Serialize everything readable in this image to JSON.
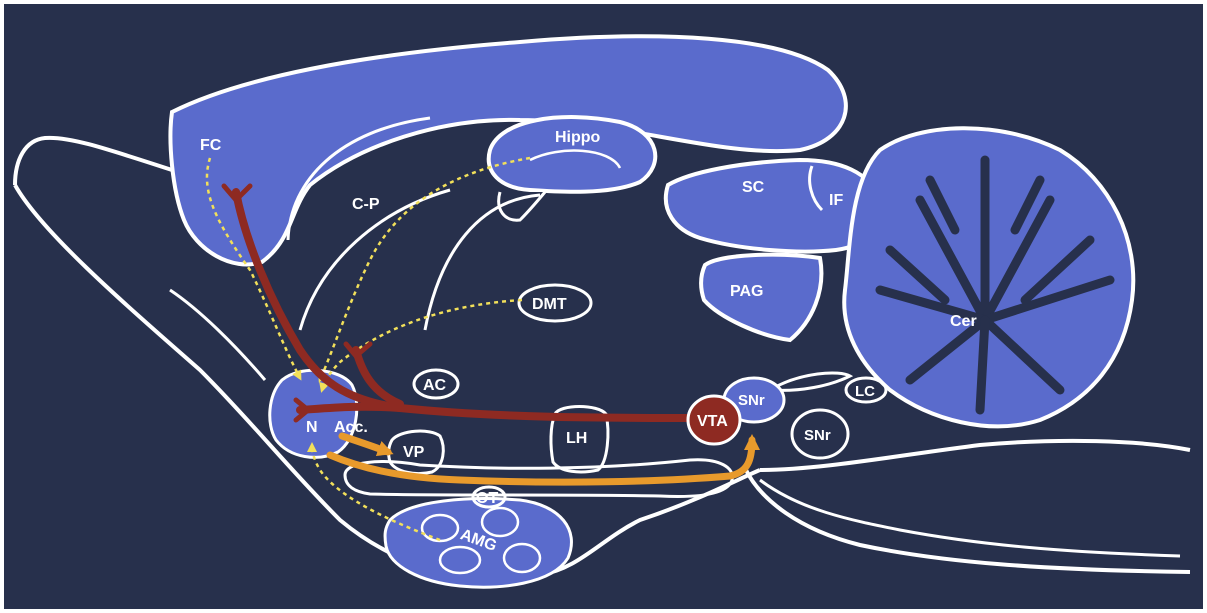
{
  "colors": {
    "background": "#27304c",
    "region_fill": "#5a6bcc",
    "outline": "#ffffff",
    "dopamine_pathway": "#8e2a22",
    "glutamate_pathway": "#f2e05a",
    "output_pathway": "#e89a2c"
  },
  "labels": {
    "fc": "FC",
    "cp": "C-P",
    "hippo": "Hippo",
    "sc": "SC",
    "if": "IF",
    "pag": "PAG",
    "cer": "Cer",
    "dmt": "DMT",
    "ac": "AC",
    "n": "N",
    "acc": "Acc.",
    "vp": "VP",
    "lh": "LH",
    "vta": "VTA",
    "snr_upper": "SNr",
    "snr_lower": "SNr",
    "lc": "LC",
    "ot": "OT",
    "amg": "AMG"
  }
}
